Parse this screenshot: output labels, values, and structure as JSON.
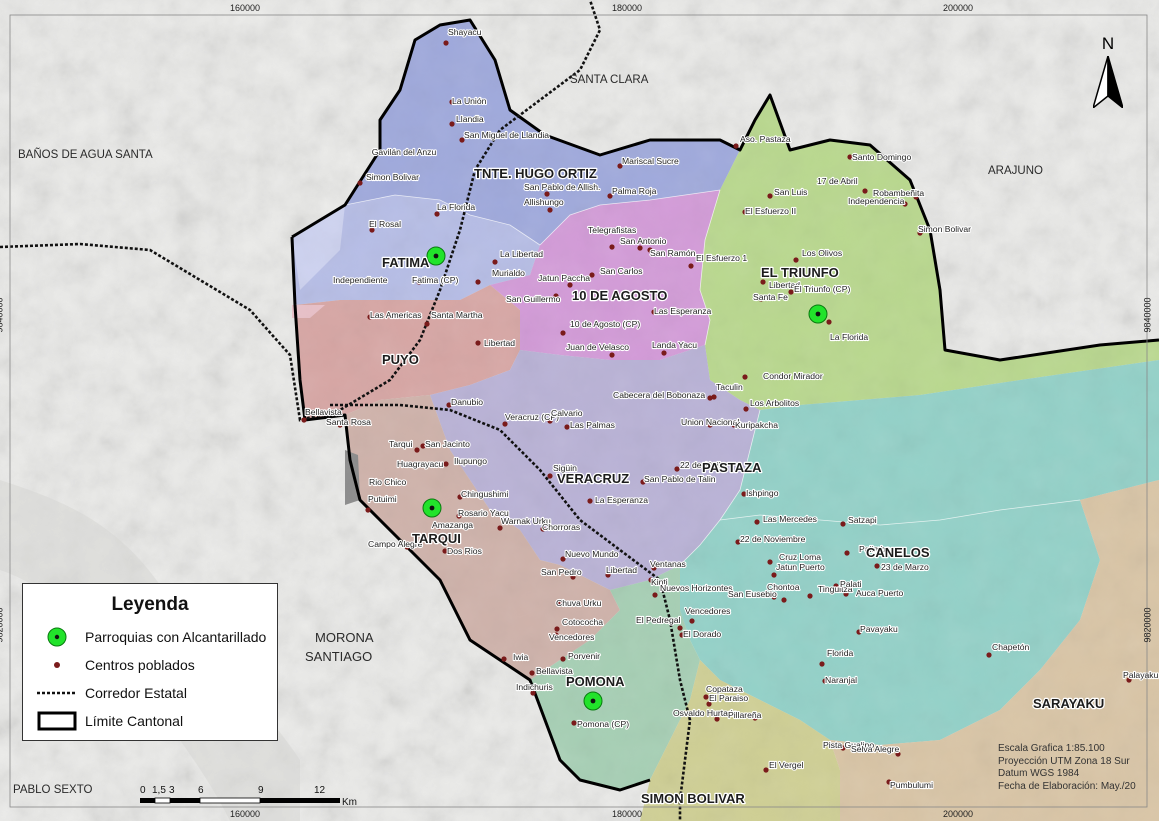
{
  "map": {
    "parishes": [
      {
        "name": "FATIMA"
      },
      {
        "name": "TNTE. HUGO ORTIZ"
      },
      {
        "name": "10 DE AGOSTO"
      },
      {
        "name": "EL TRIUNFO"
      },
      {
        "name": "PUYO"
      },
      {
        "name": "VERACRUZ"
      },
      {
        "name": "TARQUI"
      },
      {
        "name": "PASTAZA"
      },
      {
        "name": "CANELOS"
      },
      {
        "name": "POMONA"
      },
      {
        "name": "SIMON BOLIVAR"
      },
      {
        "name": "SARAYAKU"
      }
    ],
    "neighbor_labels": [
      {
        "text": "BAÑOS DE AGUA SANTA"
      },
      {
        "text": "SANTA CLARA"
      },
      {
        "text": "ARAJUNO"
      },
      {
        "text": "MORONA"
      },
      {
        "text": "SANTIAGO"
      },
      {
        "text": "PABLO SEXTO"
      }
    ],
    "places": [
      {
        "name": "Shayacu"
      },
      {
        "name": "La Unión"
      },
      {
        "name": "Llandia"
      },
      {
        "name": "San Miguel de Llandia"
      },
      {
        "name": "Gavilán del Anzu"
      },
      {
        "name": "Simon Bolivar"
      },
      {
        "name": "Mariscal Sucre"
      },
      {
        "name": "San Pablo de Allish."
      },
      {
        "name": "Palma Roja"
      },
      {
        "name": "Allishungo"
      },
      {
        "name": "La Florida"
      },
      {
        "name": "El Rosal"
      },
      {
        "name": "Telegrafistas"
      },
      {
        "name": "San Ramón"
      },
      {
        "name": "San Antonio"
      },
      {
        "name": "La Libertad"
      },
      {
        "name": "Independiente"
      },
      {
        "name": "Fatima (CP)"
      },
      {
        "name": "Murialdo"
      },
      {
        "name": "Jatun Paccha"
      },
      {
        "name": "San Carlos"
      },
      {
        "name": "San Guillermo"
      },
      {
        "name": "El Esfuerzo 1"
      },
      {
        "name": "Aso. Pastaza"
      },
      {
        "name": "Santo Domingo"
      },
      {
        "name": "17 de Abril"
      },
      {
        "name": "San Luis"
      },
      {
        "name": "Robambeñita"
      },
      {
        "name": "El Esfuerzo II"
      },
      {
        "name": "Independencia"
      },
      {
        "name": "Simon Bolivar"
      },
      {
        "name": "Los Olivos"
      },
      {
        "name": "Libertad"
      },
      {
        "name": "El Triunfo (CP)"
      },
      {
        "name": "Santa Fe"
      },
      {
        "name": "La Florida"
      },
      {
        "name": "Las Esperanza"
      },
      {
        "name": "10 de Agosto (CP)"
      },
      {
        "name": "Las Americas"
      },
      {
        "name": "Santa Martha"
      },
      {
        "name": "Libertad"
      },
      {
        "name": "Juan de Velasco"
      },
      {
        "name": "Landa Yacu"
      },
      {
        "name": "Condor Mirador"
      },
      {
        "name": "Taculin"
      },
      {
        "name": "Cabecera del Bobonaza"
      },
      {
        "name": "Los Arbolitos"
      },
      {
        "name": "Danubio"
      },
      {
        "name": "Veracruz (CP)"
      },
      {
        "name": "Calvario"
      },
      {
        "name": "Las Palmas"
      },
      {
        "name": "Union Nacional"
      },
      {
        "name": "Kuripakcha"
      },
      {
        "name": "Bellavista"
      },
      {
        "name": "Santa Rosa"
      },
      {
        "name": "Tarqui"
      },
      {
        "name": "San Jacinto"
      },
      {
        "name": "Huagrayacu"
      },
      {
        "name": "Ilupungo"
      },
      {
        "name": "Rio Chico"
      },
      {
        "name": "Sigüin"
      },
      {
        "name": "22 de Abril"
      },
      {
        "name": "San Pablo de Talin"
      },
      {
        "name": "Putuimi"
      },
      {
        "name": "Chingushimi"
      },
      {
        "name": "Rosario Yacu"
      },
      {
        "name": "La Esperanza"
      },
      {
        "name": "Ishpingo"
      },
      {
        "name": "Amazanga"
      },
      {
        "name": "Warnak Urku"
      },
      {
        "name": "Chorroras"
      },
      {
        "name": "Las Mercedes"
      },
      {
        "name": "Satzapi"
      },
      {
        "name": "Campo Alegre"
      },
      {
        "name": "Dos Rios"
      },
      {
        "name": "22 de Noviembre"
      },
      {
        "name": "Palimbe"
      },
      {
        "name": "Cruz Loma"
      },
      {
        "name": "Jatun Puerto"
      },
      {
        "name": "23 de Marzo"
      },
      {
        "name": "Nuevo Mundo"
      },
      {
        "name": "Ventanas"
      },
      {
        "name": "Libertad"
      },
      {
        "name": "San Pedro"
      },
      {
        "name": "Kinti"
      },
      {
        "name": "Nuevos Horizontes"
      },
      {
        "name": "Chontoa"
      },
      {
        "name": "Tinguitza"
      },
      {
        "name": "Palati"
      },
      {
        "name": "Auca Puerto"
      },
      {
        "name": "San Eusebio"
      },
      {
        "name": "Chuva Urku"
      },
      {
        "name": "Cotococha"
      },
      {
        "name": "Vencedores"
      },
      {
        "name": "Vencedores"
      },
      {
        "name": "El Pedregal"
      },
      {
        "name": "El Dorado"
      },
      {
        "name": "Pavayaku"
      },
      {
        "name": "Porvenir"
      },
      {
        "name": "Iwia"
      },
      {
        "name": "Bellavista"
      },
      {
        "name": "Florida"
      },
      {
        "name": "Chapetón"
      },
      {
        "name": "Copataza"
      },
      {
        "name": "El Paraiso"
      },
      {
        "name": "Naranjal"
      },
      {
        "name": "Indichuris"
      },
      {
        "name": "Osvaldo Hurtado"
      },
      {
        "name": "Pillareña"
      },
      {
        "name": "Pomona (CP)"
      },
      {
        "name": "Pista Gualino"
      },
      {
        "name": "Selva Alegre"
      },
      {
        "name": "El Vergel"
      },
      {
        "name": "Pumbulumi"
      },
      {
        "name": "Palayaku"
      }
    ],
    "cp_markers": [
      "Fatima",
      "El Triunfo",
      "Tarqui",
      "Pomona"
    ],
    "colors": {
      "fatima": "#b6bde6",
      "hugo_ortiz": "#9fa9dc",
      "diez_agosto": "#d39bd8",
      "triunfo": "#b9d88e",
      "puyo": "#d7a6a4",
      "veracruz": "#b9b2d6",
      "tarqui": "#cfb2aa",
      "pastaza": "#93d1c8",
      "canelos": "#93d1c8",
      "pomona": "#a6cfb4",
      "simon_bolivar": "#cfcf94",
      "sarayaku": "#d9c5a6"
    }
  },
  "coordinates": {
    "x_ticks": [
      "160000",
      "180000",
      "200000"
    ],
    "y_ticks": [
      "9840000",
      "9820000"
    ]
  },
  "north_label": "N",
  "legend": {
    "title": "Leyenda",
    "items": [
      {
        "label": "Parroquias con Alcantarillado"
      },
      {
        "label": "Centros poblados"
      },
      {
        "label": "Corredor Estatal"
      },
      {
        "label": "Límite Cantonal"
      }
    ]
  },
  "scale": {
    "ticks": [
      "0",
      "1,5",
      "3",
      "6",
      "9",
      "12"
    ],
    "unit": "Km"
  },
  "info": {
    "lines": [
      "Escala Grafica 1:85.100",
      "Proyección UTM Zona 18 Sur",
      "Datum WGS 1984",
      "Fecha de Elaboración: May./20"
    ]
  }
}
